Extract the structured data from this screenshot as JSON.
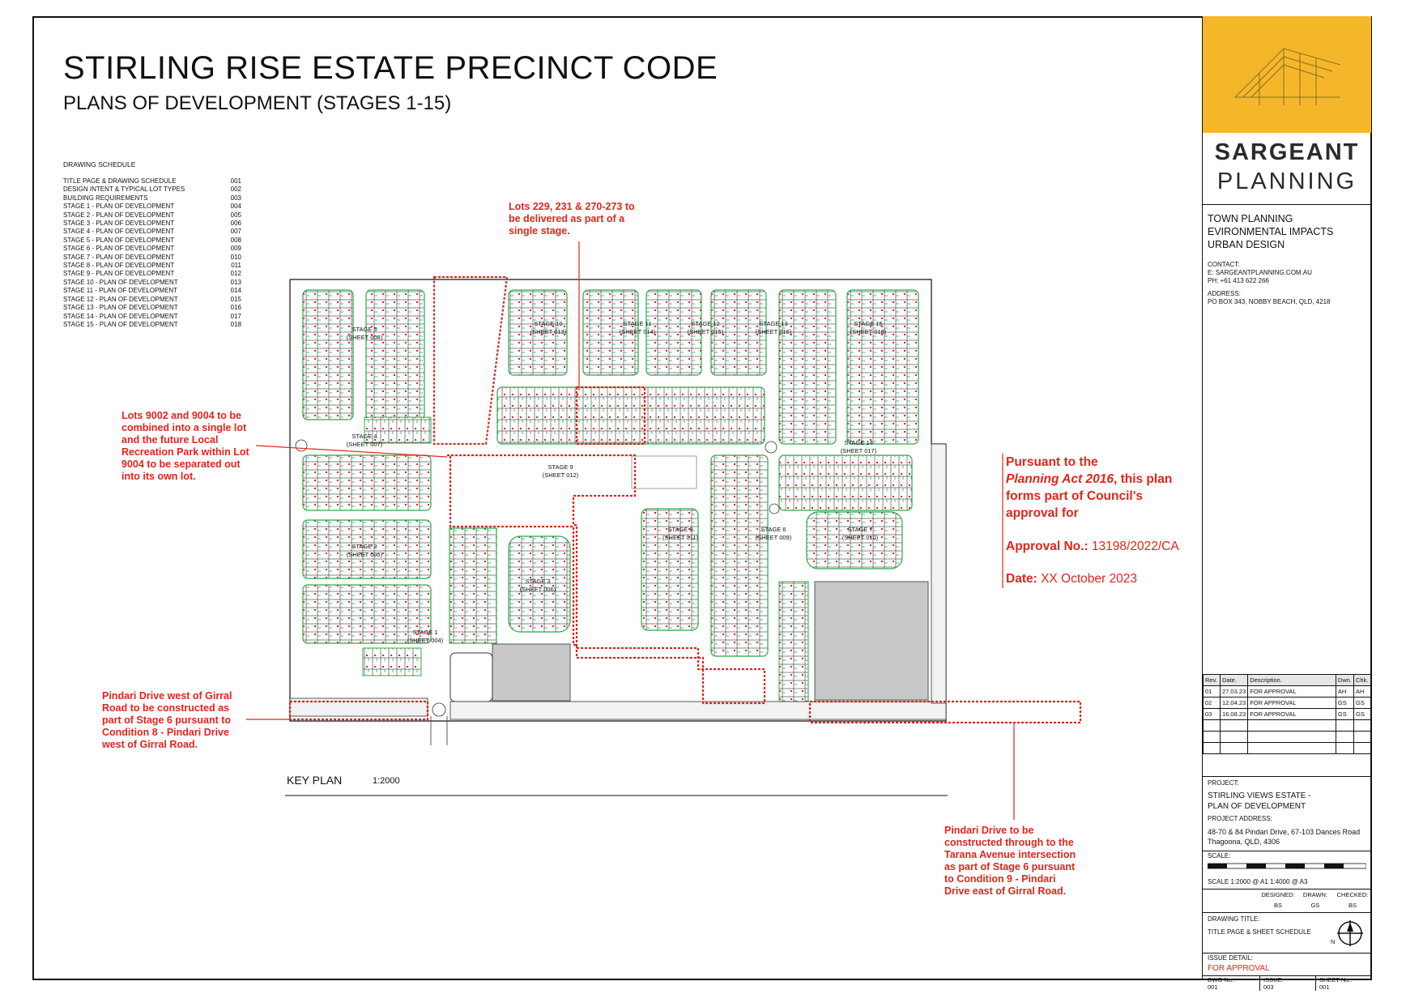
{
  "header": {
    "title": "STIRLING RISE ESTATE PRECINCT CODE",
    "subtitle": "PLANS OF DEVELOPMENT (STAGES 1-15)"
  },
  "schedule": {
    "heading": "DRAWING SCHEDULE",
    "rows": [
      {
        "name": "TITLE PAGE & DRAWING SCHEDULE",
        "no": "001"
      },
      {
        "name": "DESIGN INTENT & TYPICAL LOT TYPES",
        "no": "002"
      },
      {
        "name": "BUILDING REQUIREMENTS",
        "no": "003"
      },
      {
        "name": "STAGE 1 - PLAN OF DEVELOPMENT",
        "no": "004"
      },
      {
        "name": "STAGE 2 - PLAN OF DEVELOPMENT",
        "no": "005"
      },
      {
        "name": "STAGE 3 - PLAN OF DEVELOPMENT",
        "no": "006"
      },
      {
        "name": "STAGE 4 - PLAN OF DEVELOPMENT",
        "no": "007"
      },
      {
        "name": "STAGE 5 - PLAN OF DEVELOPMENT",
        "no": "008"
      },
      {
        "name": "STAGE 6 - PLAN OF DEVELOPMENT",
        "no": "009"
      },
      {
        "name": "STAGE 7 - PLAN OF DEVELOPMENT",
        "no": "010"
      },
      {
        "name": "STAGE 8 - PLAN OF DEVELOPMENT",
        "no": "011"
      },
      {
        "name": "STAGE 9 - PLAN OF DEVELOPMENT",
        "no": "012"
      },
      {
        "name": "STAGE 10 - PLAN OF DEVELOPMENT",
        "no": "013"
      },
      {
        "name": "STAGE 11 - PLAN OF DEVELOPMENT",
        "no": "014"
      },
      {
        "name": "STAGE 12 - PLAN OF DEVELOPMENT",
        "no": "015"
      },
      {
        "name": "STAGE 13 - PLAN OF DEVELOPMENT",
        "no": "016"
      },
      {
        "name": "STAGE 14 - PLAN OF DEVELOPMENT",
        "no": "017"
      },
      {
        "name": "STAGE 15 - PLAN OF DEVELOPMENT",
        "no": "018"
      }
    ]
  },
  "notes": {
    "lots_229": "Lots 229, 231 & 270-273 to be delivered as part of a single stage.",
    "lots_9002": "Lots 9002 and 9004 to be combined into a single lot and the future Local Recreation Park within Lot 9004 to be separated out into its own lot.",
    "pindari_west": "Pindari Drive west of Girral Road to be constructed as part of Stage 6 pursuant to Condition 8 - Pindari Drive west of Girral Road.",
    "pindari_east": "Pindari Drive to be constructed through to the Tarana Avenue intersection as part of Stage 6 pursuant to Condition 9 - Pindari Drive east of Girral Road."
  },
  "approval": {
    "line1": "Pursuant to the",
    "act": "Planning Act 2016",
    "line2": ", this plan",
    "line3": "forms part of Council's",
    "line4": "approval for",
    "approval_label": "Approval No.:",
    "approval_value": "13198/2022/CA",
    "date_label": "Date:",
    "date_value": "XX October 2023"
  },
  "stages": [
    {
      "stage": "STAGE 5",
      "sheet": "(SHEET 008)"
    },
    {
      "stage": "STAGE 10",
      "sheet": "(SHEET 013)"
    },
    {
      "stage": "STAGE 11",
      "sheet": "(SHEET 014)"
    },
    {
      "stage": "STAGE 12",
      "sheet": "(SHEET 015)"
    },
    {
      "stage": "STAGE 13",
      "sheet": "(SHEET 016)"
    },
    {
      "stage": "STAGE 15",
      "sheet": "(SHEET 018)"
    },
    {
      "stage": "STAGE 4",
      "sheet": "(SHEET 007)"
    },
    {
      "stage": "STAGE 14",
      "sheet": "(SHEET 017)"
    },
    {
      "stage": "STAGE 9",
      "sheet": "(SHEET 012)"
    },
    {
      "stage": "STAGE 2",
      "sheet": "(SHEET 005)"
    },
    {
      "stage": "STAGE 8",
      "sheet": "(SHEET 011)"
    },
    {
      "stage": "STAGE 6",
      "sheet": "(SHEET 009)"
    },
    {
      "stage": "STAGE 7",
      "sheet": "(SHEET 010)"
    },
    {
      "stage": "STAGE 3",
      "sheet": "(SHEET 006)"
    },
    {
      "stage": "STAGE 1",
      "sheet": "(SHEET 004)"
    }
  ],
  "keyplan": {
    "label": "KEY PLAN",
    "scale": "1:2000"
  },
  "titleblock": {
    "brand1": "SARGEANT",
    "brand2": "PLANNING",
    "services": [
      "TOWN PLANNING",
      "EVIRONMENTAL IMPACTS",
      "URBAN DESIGN"
    ],
    "contact_label": "CONTACT:",
    "email": "E: SARGEANTPLANNING.COM.AU",
    "phone": "PH: +61 413 622 266",
    "address_label": "ADDRESS:",
    "address": "PO BOX 343, NOBBY BEACH, QLD, 4218",
    "rev_headers": [
      "Rev.",
      "Date.",
      "Description.",
      "Dwn.",
      "Chk."
    ],
    "revisions": [
      {
        "rev": "01",
        "date": "27.03.23",
        "desc": "FOR APPROVAL",
        "dwn": "AH",
        "chk": "AH"
      },
      {
        "rev": "02",
        "date": "12.04.23",
        "desc": "FOR APPROVAL",
        "dwn": "GS",
        "chk": "GS"
      },
      {
        "rev": "03",
        "date": "16.08.23",
        "desc": "FOR APPROVAL",
        "dwn": "GS",
        "chk": "GS"
      }
    ],
    "project_label": "PROJECT:",
    "project1": "STIRLING VIEWS ESTATE -",
    "project2": "PLAN OF DEVELOPMENT",
    "project_address_label": "PROJECT ADDRESS:",
    "project_address1": "48-70 & 84 Pindari Drive, 67-103 Dances Road",
    "project_address2": "Thagoona, QLD, 4306",
    "scale_label": "SCALE:",
    "scale_text": "SCALE   1:2000 @ A1    1:4000 @ A3",
    "designed_label": "DESIGNED:",
    "designed": "BS",
    "drawn_label": "DRAWN:",
    "drawn": "GS",
    "checked_label": "CHECKED:",
    "checked": "BS",
    "drawing_title_label": "DRAWING TITLE:",
    "drawing_title": "TITLE PAGE & SHEET SCHEDULE",
    "issue_detail_label": "ISSUE DETAIL:",
    "issue_detail": "FOR APPROVAL",
    "dwg_label": "DWG No.:",
    "dwg": "001",
    "issue_label": "ISSUE:",
    "issue": "003",
    "sheet_label": "SHEET No.:",
    "sheet": "001",
    "north": "N"
  },
  "colors": {
    "red": "#e1251b",
    "green": "#2aa84a",
    "logo": "#f5b72a",
    "grey": "#c8c8c8"
  }
}
